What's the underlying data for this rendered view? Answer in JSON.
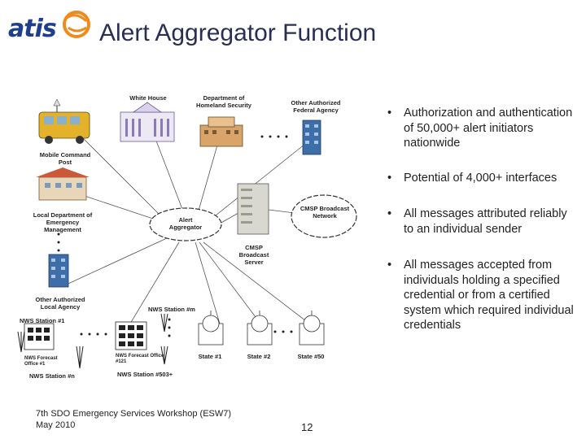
{
  "header": {
    "logo_text": "atis",
    "title": "Alert Aggregator Function"
  },
  "diagram": {
    "labels": {
      "white_house": "White House",
      "dhs": "Department of Homeland Security",
      "other_federal": "Other Authorized Federal Agency",
      "mobile_command": "Mobile Command Post",
      "local_dem": "Local Department of Emergency Management",
      "alert_aggregator": "Alert Aggregator",
      "cmsp_server": "CMSP Broadcast Server",
      "cmsp_network": "CMSP Broadcast Network",
      "other_local": "Other Authorized Local Agency",
      "nws_station_1": "NWS Station #1",
      "nws_station_m": "NWS Station #m",
      "nws_forecast_1": "NWS Forecast Office #1",
      "nws_forecast_121": "NWS Forecast Office #121",
      "nws_station_n": "NWS Station #n",
      "nws_station_503": "NWS Station #503+",
      "state_1": "State #1",
      "state_2": "State #2",
      "state_50": "State #50"
    }
  },
  "bullets": [
    "Authorization and authentication of 50,000+ alert initiators nationwide",
    "Potential of 4,000+ interfaces",
    "All messages attributed reliably to an individual sender",
    "All messages accepted from individuals holding a specified credential or from a certified system which required individual credentials"
  ],
  "bullet_glyph": "•",
  "footer": {
    "line1": "7th SDO Emergency Services Workshop (ESW7)",
    "line2": "May 2010",
    "page_number": "12"
  },
  "colors": {
    "logo_blue": "#1f3f8c",
    "logo_orange": "#f08a1c",
    "title": "#2a2f52"
  }
}
